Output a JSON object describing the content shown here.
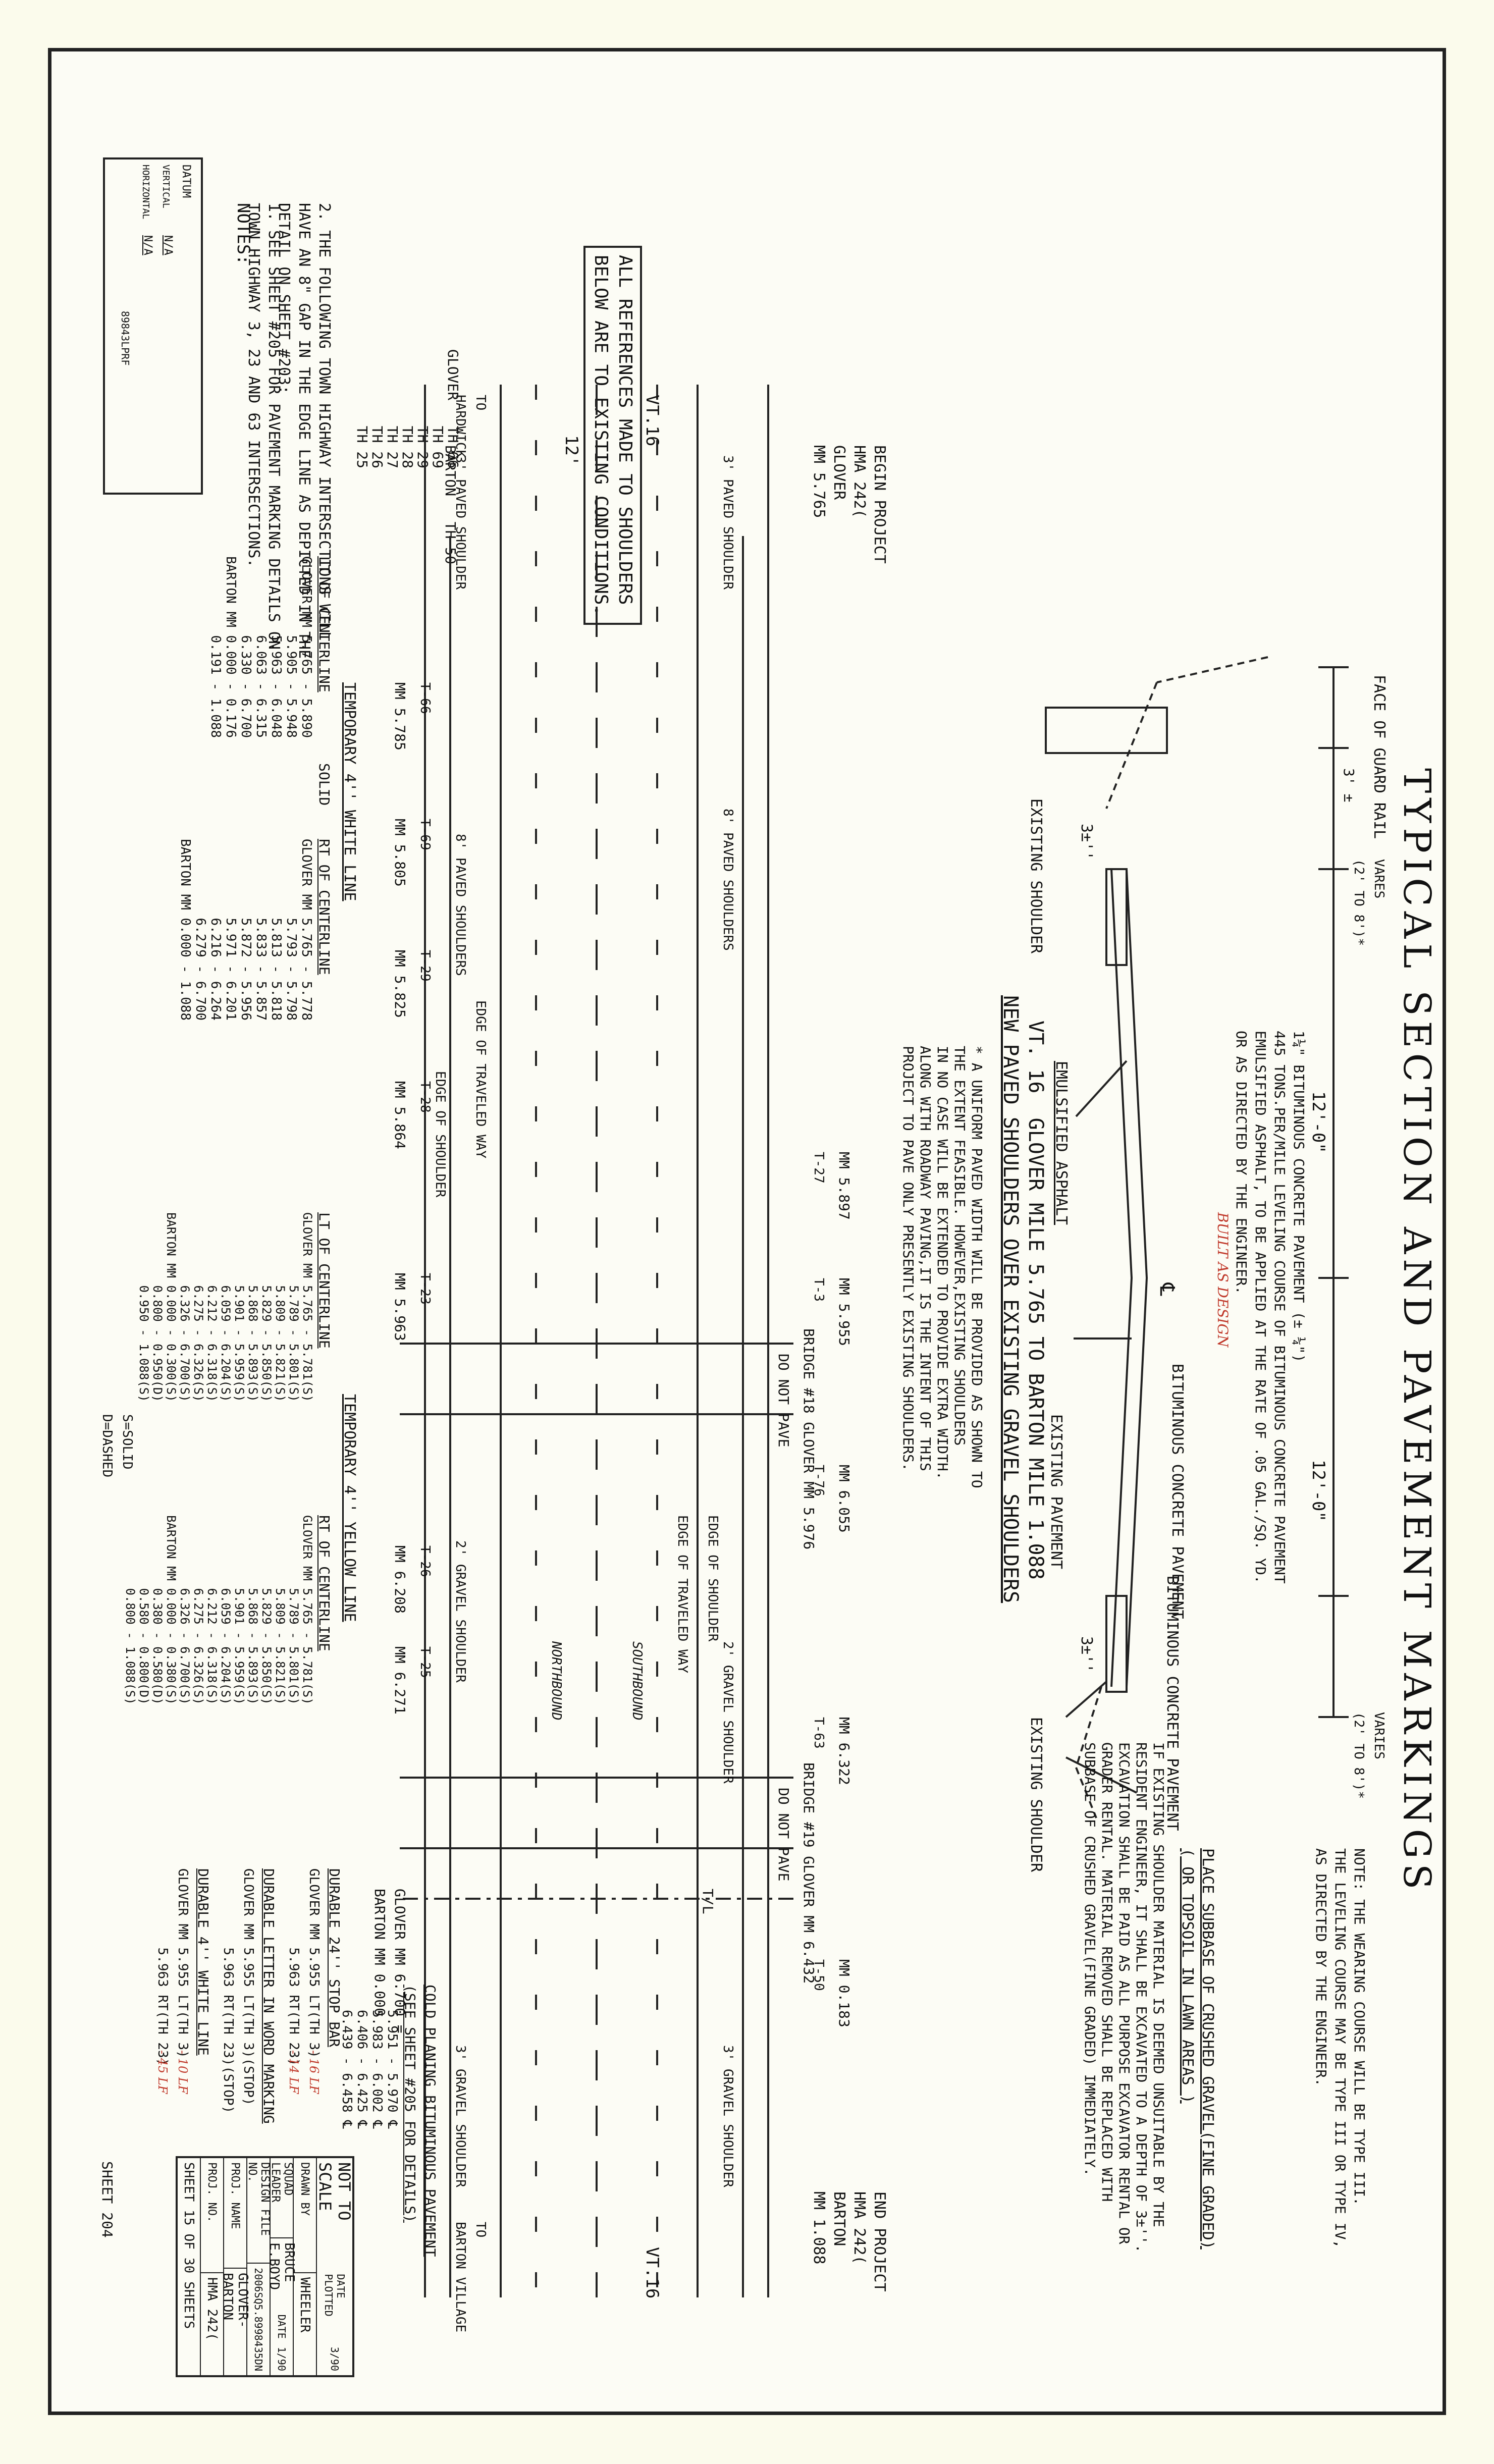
{
  "title": "TYPICAL SECTION AND PAVEMENT MARKINGS",
  "section": {
    "guard_rail": "FACE OF GUARD RAIL",
    "dim_3": "3' ±",
    "dim_varies": "VARES\n(2' TO 8')*",
    "dim_12_left": "12'-0\"",
    "dim_12_right": "12'-0\"",
    "dim_3_left": "3±''",
    "dim_3_right": "3±''",
    "varies_right": "VARIES\n(2' TO 8')*",
    "existing_shoulder_left": "EXISTING SHOULDER",
    "existing_shoulder_right": "EXISTING SHOULDER",
    "existing_pavement": "EXISTING PAVEMENT",
    "bit_conc_1": "BITUMINOUS CONCRETE PAVEMENT",
    "bit_conc_2": "BITUMINOUS CONCRETE PAVEMENT",
    "emulsified": "EMULSIFIED ASPHALT",
    "centerline_sym": "℄",
    "built_as_design": "BUILT AS DESIGN",
    "pavement_note": "1¼\" BITUMINOUS CONCRETE PAVEMENT (± ¼\")\n445 TONS.PER/MILE LEVELING COURSE OF BITUMINOUS CONCRETE PAVEMENT\nEMULSIFIED ASPHALT, TO BE APPLIED AT THE RATE OF .05 GAL./SQ. YD.\nOR AS DIRECTED BY THE ENGINEER.",
    "wearing_note": "NOTE: THE WEARING COURSE WILL BE TYPE III.\nTHE LEVELING COURSE MAY BE TYPE III OR TYPE IV,\nAS DIRECTED BY THE ENGINEER.",
    "subbase": "PLACE SUBBASE OF CRUSHED GRAVEL(FINE GRADED)\n( OR TOPSOIL IN LAWN AREAS )",
    "unsuitable": "IF EXISTING SHOULDER MATERIAL IS DEEMED UNSUITABLE BY THE\nRESIDENT ENGINEER, IT SHALL BE EXCAVATED TO A DEPTH OF 3±''.\nEXCAVATION SHALL BE PAID AS ALL PURPOSE EXCAVATOR RENTAL OR\nGRADER RENTAL. MATERIAL REMOVED SHALL BE REPLACED WITH\nSUBBASE OF CRUSHED GRAVEL(FINE GRADED) IMMEDIATELY.",
    "project_title_1": "VT. 16  GLOVER MILE 5.765 TO BARTON MILE 1.088",
    "project_title_2": "NEW PAVED SHOULDERS OVER EXISTING GRAVEL SHOULDERS",
    "uniform_note": "* A UNIFORM PAVED WIDTH WILL BE PROVIDED AS SHOWN TO\nTHE EXTENT FEASIBLE. HOWEVER,EXISTING SHOULDERS\nIN NO CASE WILL BE EXTENDED TO PROVIDE EXTRA WIDTH.\nALONG WITH ROADWAY PAVING,IT IS THE INTENT OF THIS\nPROJECT TO PAVE ONLY PRESENTLY EXISTING SHOULDERS."
  },
  "notes": {
    "header": "NOTES:",
    "n1": "1. SEE SHEET #205 FOR PAVEMENT MARKING DETAILS ON\nTOWN HIGHWAY 3, 23 AND 63 INTERSECTIONS.",
    "n2": "2. THE FOLLOWING TOWN HIGHWAY INTERSECTIONS WILL\nHAVE AN 8\" GAP IN THE EDGE LINE AS DEPICTED IN THE\nDETAIL ON SHEET #203:",
    "glover_col": "GLOVER   TH 66\n         TH 69\n         TH 29\n         TH 28\n         TH 27\n         TH 26\n         TH 25",
    "barton_col": "BARTON   TH 50",
    "shoulder_box": "ALL REFERENCES MADE TO SHOULDERS\nBELOW ARE TO EXISTING CONDITIONS."
  },
  "plan": {
    "begin_project": "BEGIN PROJECT\nHMA 242(\nGLOVER\nMM 5.765",
    "end_project": "END PROJECT\nHMA 242(\nBARTON\nMM 1.088",
    "vt16_left": "VT.16",
    "vt16_right": "VT.16",
    "to_hardwick": "TO\nHARDWICK",
    "to_barton": "TO\nBARTON VILLAGE",
    "dim12": "12'",
    "paved_3": "3' PAVED SHOULDER",
    "paved_8": "8' PAVED SHOULDERS",
    "gravel_2": "2' GRAVEL SHOULDER",
    "gravel_3": "3' GRAVEL SHOULDER",
    "edge_traveled": "EDGE OF TRAVELED WAY",
    "edge_shoulder": "EDGE OF SHOULDER",
    "southbound": "SOUTHBOUND",
    "northbound": "NORTHBOUND",
    "bridge18": "BRIDGE #18 GLOVER MM 5.976",
    "bridge19": "BRIDGE #19 GLOVER MM 6.432",
    "do_not_pave": "DO NOT PAVE",
    "glover_mm_end": "GLOVER MM 6.700 =\nBARTON MM 0.000",
    "tl": "T/L",
    "markers_top": [
      "MM 5.897",
      "MM 5.955",
      "MM 6.055",
      "MM 6.322",
      "MM 0.183"
    ],
    "markers_top_t": [
      "T-27",
      "T-3",
      "T-76",
      "T-63",
      "T-50"
    ],
    "markers_bottom": [
      "MM 5.785",
      "MM 5.805",
      "MM 5.825",
      "MM 5.864",
      "MM 5.963",
      "MM 6.208",
      "MM 6.271"
    ],
    "markers_bottom_t": [
      "T-66",
      "T-69",
      "T-29",
      "T-28",
      "T-23",
      "T-26",
      "T-25"
    ]
  },
  "tables": {
    "white_title": "TEMPORARY 4'' WHITE LINE",
    "white_lt": "LT OF CENTERLINE",
    "white_solid": "SOLID",
    "white_rt": "RT OF CENTERLINE",
    "white_lt_vals": "GLOVER MM 5.765 - 5.890\n          5.905 - 5.948\n          5.963 - 6.048\n          6.063 - 6.315\n          6.330 - 6.700\nBARTON MM 0.000 - 0.176\n          0.191 - 1.088",
    "white_rt_vals": "GLOVER MM 5.765 - 5.778\n          5.793 - 5.798\n          5.813 - 5.818\n          5.833 - 5.857\n          5.872 - 5.956\n          5.971 - 6.201\n          6.216 - 6.264\n          6.279 - 6.700\nBARTON MM 0.000 - 1.088",
    "yellow_title": "TEMPORARY 4'' YELLOW LINE",
    "yellow_lt": "LT OF CENTERLINE",
    "yellow_rt": "RT OF CENTERLINE",
    "yellow_lt_vals": "GLOVER MM 5.765 - 5.781(S)\n          5.789 - 5.801(S)\n          5.809 - 5.821(S)\n          5.829 - 5.850(S)\n          5.868 - 5.893(S)\n          5.901 - 5.959(S)\n          6.059 - 6.204(S)\n          6.212 - 6.318(S)\n          6.275 - 6.326(S)\n          6.326 - 6.700(S)\nBARTON MM 0.000 - 0.300(S)\n          0.800 - 0.950(D)\n          0.950 - 1.088(S)",
    "yellow_rt_vals": "GLOVER MM 5.765 - 5.781(S)\n          5.789 - 5.801(S)\n          5.809 - 5.821(S)\n          5.829 - 5.850(S)\n          5.868 - 5.893(S)\n          5.901 - 5.959(S)\n          6.059 - 6.204(S)\n          6.212 - 6.318(S)\n          6.275 - 6.326(S)\n          6.326 - 6.700(S)\nBARTON MM 0.000 - 0.380(S)\n          0.380 - 0.580(D)\n          0.580 - 0.800(D)\n          0.800 - 1.088(S)",
    "legend": "S=SOLID\nD=DASHED",
    "stop_title": "DURABLE 24'' STOP BAR",
    "stop_vals": "GLOVER MM 5.955 LT(TH 3)\n          5.963 RT(TH 23)",
    "stop_hand": "- 16 LF\n- 14 LF",
    "word_title": "DURABLE LETTER IN WORD MARKING",
    "word_vals": "GLOVER MM 5.955 LT(TH 3)(STOP)\n          5.963 RT(TH 23)(STOP)",
    "white4_title": "DURABLE 4'' WHITE LINE",
    "white4_vals": "GLOVER MM 5.955 LT(TH 3)\n          5.963 RT(TH 23)",
    "white4_hand": "- 10 LF\n- 45 LF",
    "cold_title": "COLD PLANING BITUMINOUS PAVEMENT\n(SEE SHEET #205 FOR DETAILS)",
    "cold_vals": "5.951 - 5.970 ℄\n5.983 - 6.002 ℄\n6.406 - 6.425 ℄\n6.439 - 6.458 ℄"
  },
  "datum": {
    "label": "DATUM",
    "vertical": "VERTICAL",
    "vertical_val": "N/A",
    "horizontal": "HORIZONTAL",
    "horizontal_val": "N/A",
    "file": "89843LPRF"
  },
  "titleblock": {
    "not_to_scale": "NOT TO SCALE",
    "plotted_label": "DATE PLOTTED",
    "plotted_val": "3/90",
    "drawn_label": "DRAWN BY",
    "drawn_val": "WHEELER",
    "leader_label": "SQUAD LEADER",
    "leader_val": "BRUCE E.BOYD",
    "date_label": "DATE",
    "date_val": "1/90",
    "file_label": "DESIGN FILE NO.",
    "file_val": "2006SQ5.8998435DN",
    "proj_name_label": "PROJ. NAME",
    "proj_name_val": "GLOVER-BARTON",
    "proj_no_label": "PROJ. NO.",
    "proj_no_val": "HMA 242(",
    "sheet_label": "SHEET",
    "sheet_val": "15",
    "of_label": "OF",
    "of_val": "30",
    "sheets_label": "SHEETS",
    "sheet_num": "SHEET 204"
  }
}
